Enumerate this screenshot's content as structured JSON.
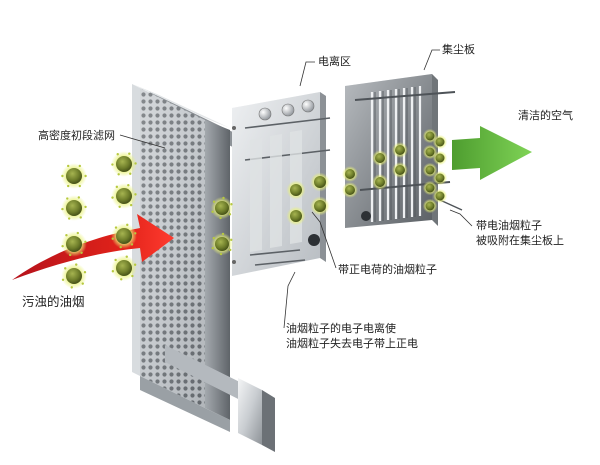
{
  "labels": {
    "prefilter": "高密度初段滤网",
    "ionization_zone": "电离区",
    "collector_plate": "集尘板",
    "clean_air": "清洁的空气",
    "charged_particles_adsorbed": [
      "带电油烟粒子",
      "被吸附在集尘板上"
    ],
    "positive_particles": "带正电荷的油烟粒子",
    "ionization_process": [
      "油烟粒子的电子电离使",
      "油烟粒子失去电子带上正电"
    ],
    "dirty_fumes": "污浊的油烟"
  },
  "colors": {
    "dirty_arrow": "#e2231a",
    "clean_arrow": "#6cc04a",
    "particle": "#7f8f35",
    "particle_glow": "#d7e96a",
    "metal_light": "#e6e8ea",
    "metal_dark": "#7b8086"
  }
}
